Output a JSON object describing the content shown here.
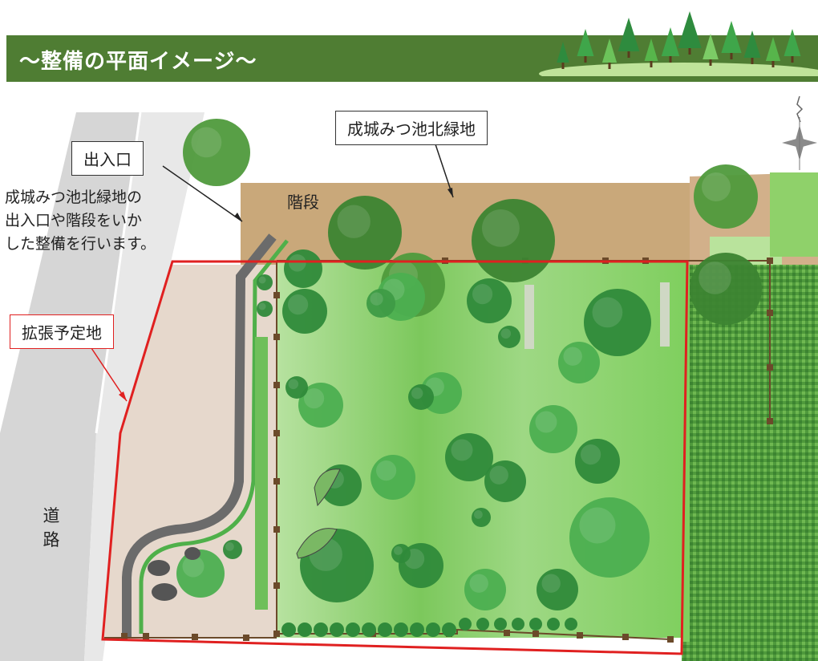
{
  "banner": {
    "title": "～整備の平面イメージ～"
  },
  "labels": {
    "entrance": "出入口",
    "north_green": "成城みつ池北緑地",
    "stairs": "階段",
    "expansion": "拡張予定地",
    "road": "道路"
  },
  "note": {
    "lines": [
      "成城みつ池北緑地の",
      "出入口や階段をいか",
      "した整備を行います。"
    ]
  },
  "colors": {
    "banner": "#4f7d33",
    "boundary": "#e02020",
    "grass": "#8fce6a",
    "tree_dark": "#2f8a3a",
    "path": "#6b6b6b"
  },
  "icons": [
    "north-arrow-icon",
    "forest-icon"
  ]
}
